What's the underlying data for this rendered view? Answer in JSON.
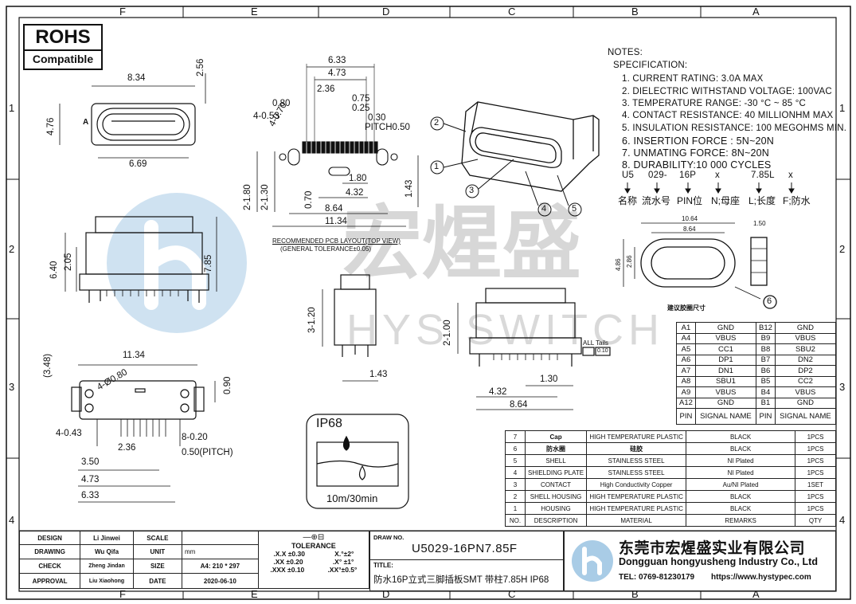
{
  "border_labels": {
    "columns": [
      "F",
      "E",
      "D",
      "C",
      "B",
      "A"
    ],
    "rows": [
      "1",
      "2",
      "3",
      "4"
    ]
  },
  "rohs": {
    "top": "ROHS",
    "bottom": "Compatible"
  },
  "watermark": {
    "brand": "宏煋盛",
    "sub": "HYS SWITCH"
  },
  "notes": {
    "heading": "NOTES:",
    "spec_heading": "SPECIFICATION:",
    "items": [
      "1. CURRENT RATING: 3.0A MAX",
      "2. DIELECTRIC WITHSTAND VOLTAGE: 100VAC",
      "3. TEMPERATURE RANGE: -30 °C ~ 85 °C",
      "4. CONTACT RESISTANCE: 40 MILLIONHM MAX",
      "5. INSULATION RESISTANCE: 100 MEGOHMS MIN.",
      "6. INSERTION FORCE : 5N~20N",
      "7. UNMATING FORCE: 8N~20N",
      "8. DURABILITY:10 000 CYCLES"
    ],
    "code_parts": [
      "U5",
      "029-",
      "16P",
      "x",
      "7.85L",
      "x"
    ],
    "code_meanings": [
      "名称",
      "流水号",
      "PIN位",
      "N;母座",
      "L;长度",
      "F;防水"
    ]
  },
  "dims": {
    "top_view": [
      "8.34",
      "2.56",
      "4.76",
      "A",
      "6.69"
    ],
    "pcb": [
      "6.33",
      "4.73",
      "4-0.53",
      "2.36",
      "0.80",
      "0.75",
      "0.25",
      "0.30",
      "PITCH0.50",
      "4-0.70",
      "0.70",
      "1.80",
      "4.32",
      "8.64",
      "1.43",
      "2-1.80",
      "2-1.30",
      "11.34"
    ],
    "pcb_title": "RECOMMENDED PCB LAYOUT(TOP VIEW)",
    "pcb_tol": "(GENERAL TOLERANCE±0.05)",
    "front_view": [
      "6.40",
      "2.05",
      "7.85"
    ],
    "bottom_view": [
      "(3.48)",
      "11.34",
      "4-Ø0.80",
      "0.90",
      "4-0.43",
      "2.36",
      "8-0.20",
      "0.50(PITCH)",
      "3.50",
      "4.73",
      "6.33"
    ],
    "side_view": [
      "3-1.20",
      "1.43"
    ],
    "rear_view": [
      "2-1.00",
      "1.30",
      "4.32",
      "8.64"
    ],
    "all_tails": "ALL Tails",
    "flatness": "0.10",
    "gasket": [
      "10.64",
      "8.64",
      "4.86",
      "2.86",
      "1.50"
    ],
    "gasket_label": "建议胶圈尺寸"
  },
  "callouts": [
    "1",
    "2",
    "3",
    "4",
    "5",
    "6"
  ],
  "ip68": {
    "title": "IP68",
    "depth": "10m/30min"
  },
  "pins": {
    "rows": [
      [
        "A1",
        "GND",
        "B12",
        "GND"
      ],
      [
        "A4",
        "VBUS",
        "B9",
        "VBUS"
      ],
      [
        "A5",
        "CC1",
        "B8",
        "SBU2"
      ],
      [
        "A6",
        "DP1",
        "B7",
        "DN2"
      ],
      [
        "A7",
        "DN1",
        "B6",
        "DP2"
      ],
      [
        "A8",
        "SBU1",
        "B5",
        "CC2"
      ],
      [
        "A9",
        "VBUS",
        "B4",
        "VBUS"
      ],
      [
        "A12",
        "GND",
        "B1",
        "GND"
      ]
    ],
    "header": [
      "PIN",
      "SIGNAL NAME",
      "PIN",
      "SIGNAL NAME"
    ]
  },
  "bom": {
    "rows": [
      [
        "7",
        "Cap",
        "HIGH TEMPERATURE PLASTIC",
        "BLACK",
        "1PCS"
      ],
      [
        "6",
        "防水圈",
        "硅胶",
        "BLACK",
        "1PCS"
      ],
      [
        "5",
        "SHELL",
        "STAINLESS STEEL",
        "NI  Plated",
        "1PCS"
      ],
      [
        "4",
        "SHIELDING PLATE",
        "STAINLESS STEEL",
        "NI  Plated",
        "1PCS"
      ],
      [
        "3",
        "CONTACT",
        "High Conductivity Copper",
        "Au/NI Plated",
        "1SET"
      ],
      [
        "2",
        "SHELL HOUSING",
        "HIGH TEMPERATURE PLASTIC",
        "BLACK",
        "1PCS"
      ],
      [
        "1",
        "HOUSING",
        "HIGH TEMPERATURE PLASTIC",
        "BLACK",
        "1PCS"
      ]
    ],
    "header": [
      "NO.",
      "DESCRIPTION",
      "MATERIAL",
      "REMARKS",
      "QTY"
    ]
  },
  "titleblock": {
    "design_label": "DESIGN",
    "design": "Li Jinwei",
    "drawing_label": "DRAWING",
    "drawing": "Wu Qifa",
    "check_label": "CHECK",
    "check": "Zheng Jindan",
    "approval_label": "APPROVAL",
    "approval": "Liu Xiaohong",
    "scale_label": "SCALE",
    "unit_label": "UNIT",
    "unit": "mm",
    "size_label": "SIZE",
    "size": "A4: 210 * 297",
    "date_label": "DATE",
    "date": "2020-06-10",
    "tolerance_label": "TOLERANCE",
    "tol": [
      ".X.X  ±0.30",
      "X.°±2°",
      ".XX  ±0.20",
      ".X° ±1°",
      ".XXX  ±0.10",
      ".XX°±0.5°"
    ],
    "drawno_label": "DRAW NO.",
    "drawno": "U5029-16PN7.85F",
    "title_label": "TITLE:",
    "title": "防水16P立式三脚插板SMT 带柱7.85H IP68",
    "company_cn": "东莞市宏煋盛实业有限公司",
    "company_en": "Dongguan hongyusheng Industry Co., Ltd",
    "tel": "TEL: 0769-81230179",
    "web": "https://www.hystypec.com"
  },
  "colors": {
    "watermark": "#a9cce6",
    "line": "#111111"
  }
}
